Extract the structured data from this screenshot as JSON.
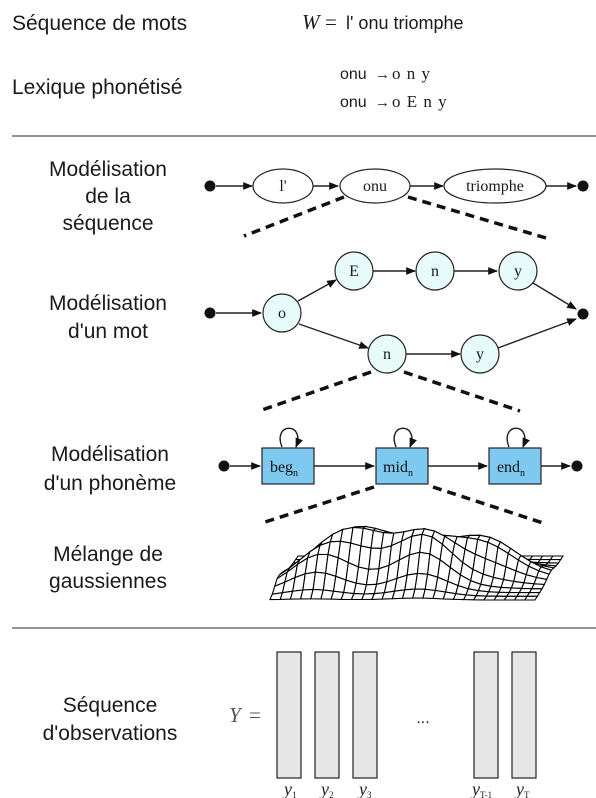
{
  "sections": {
    "word_sequence": {
      "label": "Séquence de mots",
      "formula_prefix": "W",
      "formula_equals": "=",
      "formula_text": "l' onu triomphe"
    },
    "phonetic_lexicon": {
      "label": "Lexique phonétisé",
      "entries": [
        {
          "word": "onu",
          "arrow": "→",
          "phones": "o n y"
        },
        {
          "word": "onu",
          "arrow": "→",
          "phones": "o E n y"
        }
      ]
    },
    "sequence_model": {
      "label_lines": [
        "Modélisation",
        "de la",
        "séquence"
      ],
      "words": [
        "l'",
        "onu",
        "triomphe"
      ]
    },
    "word_model": {
      "label_lines": [
        "Modélisation",
        "d'un mot"
      ],
      "upper_path": [
        "E",
        "n",
        "y"
      ],
      "start_phone": "o",
      "lower_path": [
        "n",
        "y"
      ]
    },
    "phone_model": {
      "label_lines": [
        "Modélisation",
        "d'un phonème"
      ],
      "states": [
        {
          "base": "beg",
          "sub": "n"
        },
        {
          "base": "mid",
          "sub": "n"
        },
        {
          "base": "end",
          "sub": "n"
        }
      ]
    },
    "gmm": {
      "label_lines": [
        "Mélange de",
        "gaussiennes"
      ]
    },
    "observations": {
      "label_lines": [
        "Séquence",
        "d'observations"
      ],
      "prefix": "Y",
      "equals": "=",
      "ellipsis": "...",
      "labels": [
        {
          "base": "y",
          "sub": "1"
        },
        {
          "base": "y",
          "sub": "2"
        },
        {
          "base": "y",
          "sub": "3"
        },
        {
          "base": "y",
          "sub": "T-1"
        },
        {
          "base": "y",
          "sub": "T"
        }
      ]
    }
  },
  "colors": {
    "phone_node_fill": "#e8fbfb",
    "state_node_fill": "#7ec9ef",
    "observation_fill": "#e6e6e6",
    "divider": "#555555"
  }
}
